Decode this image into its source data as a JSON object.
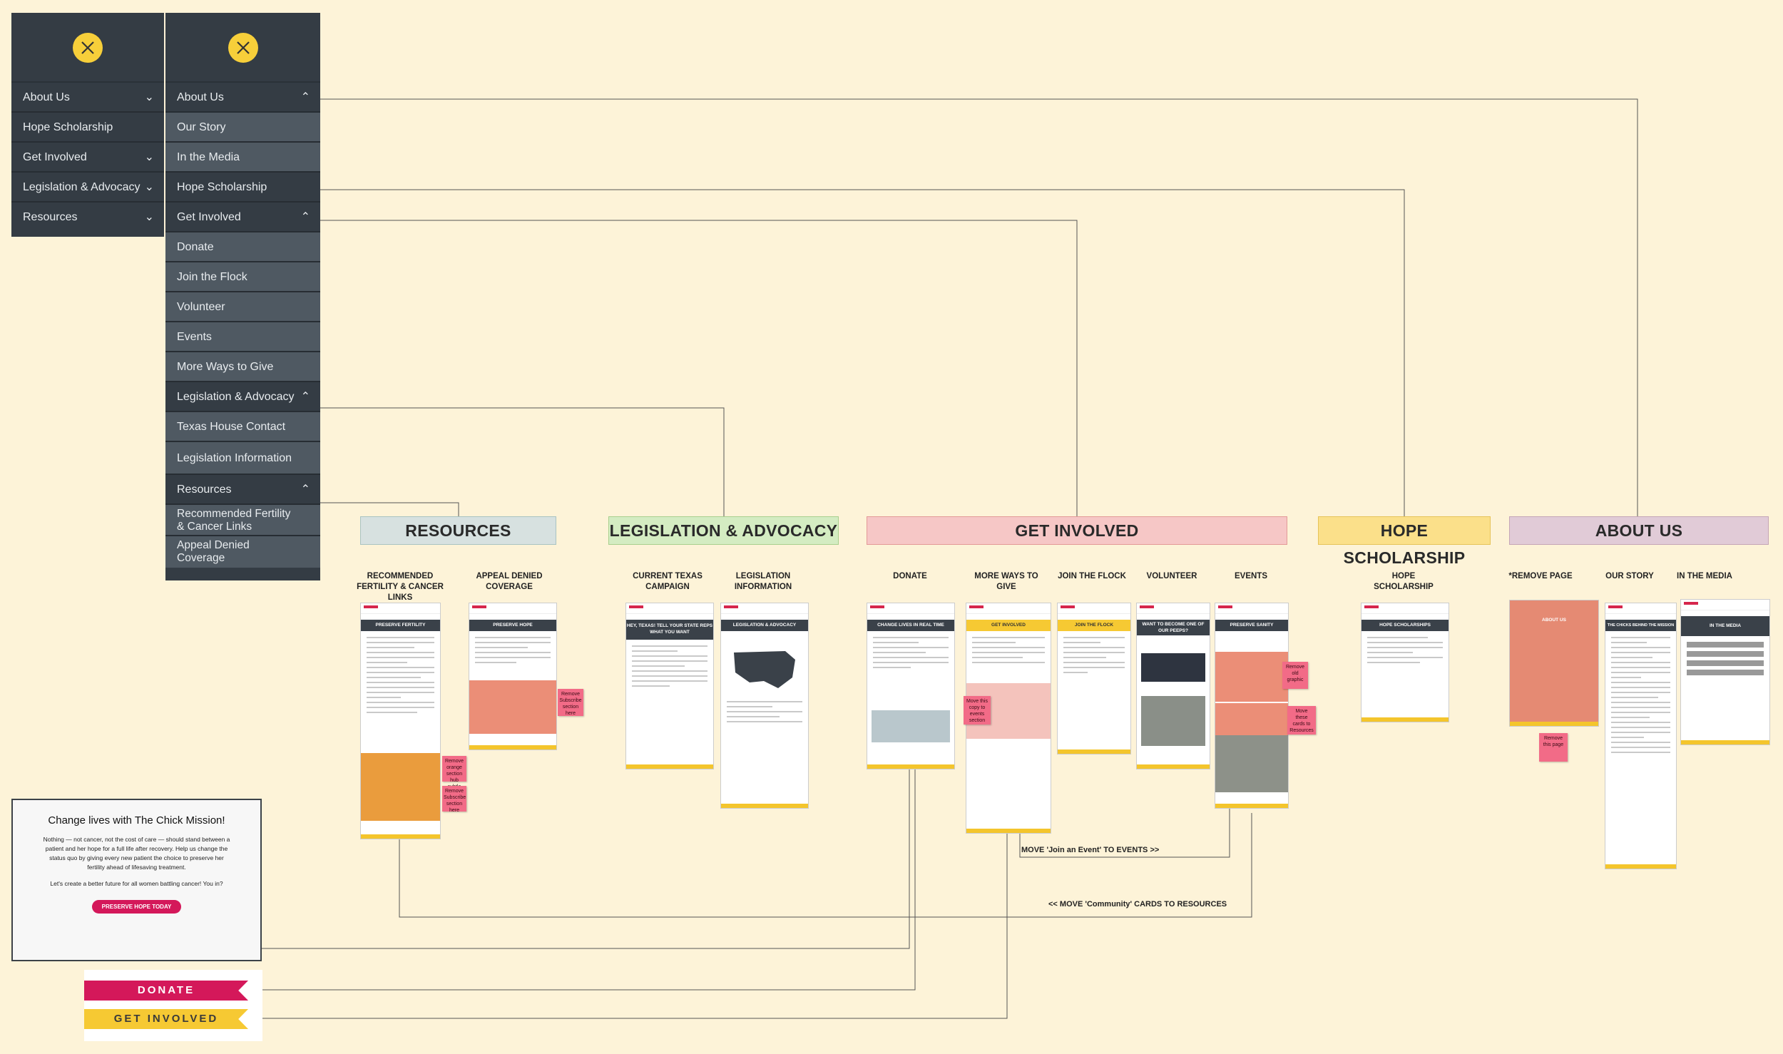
{
  "menu_collapsed": {
    "items": [
      {
        "label": "About Us",
        "chevron": "down"
      },
      {
        "label": "Hope Scholarship",
        "chevron": ""
      },
      {
        "label": "Get Involved",
        "chevron": "down"
      },
      {
        "label": "Legislation & Advocacy",
        "chevron": "down"
      },
      {
        "label": "Resources",
        "chevron": "down"
      }
    ]
  },
  "menu_expanded": {
    "items": [
      {
        "label": "About Us",
        "type": "parent"
      },
      {
        "label": "Our Story",
        "type": "child"
      },
      {
        "label": "In the Media",
        "type": "child"
      },
      {
        "label": "Hope Scholarship",
        "type": "parent-plain"
      },
      {
        "label": "Get Involved",
        "type": "parent"
      },
      {
        "label": "Donate",
        "type": "child"
      },
      {
        "label": "Join the Flock",
        "type": "child"
      },
      {
        "label": "Volunteer",
        "type": "child"
      },
      {
        "label": "Events",
        "type": "child"
      },
      {
        "label": "More Ways to Give",
        "type": "child"
      },
      {
        "label": "Legislation & Advocacy",
        "type": "parent"
      },
      {
        "label": "Texas House Contact",
        "type": "child"
      },
      {
        "label": "Legislation Information",
        "type": "child"
      },
      {
        "label": "Resources",
        "type": "parent"
      },
      {
        "label": "Recommended Fertility & Cancer Links",
        "type": "child"
      },
      {
        "label": "Appeal Denied Coverage",
        "type": "child"
      }
    ]
  },
  "categories": {
    "resources": {
      "label": "RESOURCES",
      "color": "#d7e1e0",
      "border": "#a9c3c2"
    },
    "legislation": {
      "label": "LEGISLATION & ADVOCACY",
      "color": "#d4ecc2",
      "border": "#a8cf8e"
    },
    "get_involved": {
      "label": "GET INVOLVED",
      "color": "#f6c7c6",
      "border": "#e39a98"
    },
    "hope": {
      "label": "HOPE SCHOLARSHIP",
      "color": "#fbe08a",
      "border": "#e6c35a"
    },
    "about": {
      "label": "ABOUT US",
      "color": "#e1cbd7",
      "border": "#c5a6b7"
    }
  },
  "page_labels": {
    "rec_fertility": "RECOMMENDED FERTILITY & CANCER LINKS",
    "appeal": "APPEAL DENIED COVERAGE",
    "tx_campaign": "CURRENT TEXAS CAMPAIGN",
    "leg_info": "LEGISLATION INFORMATION",
    "donate": "DONATE",
    "more_ways": "MORE WAYS TO GIVE",
    "join_flock": "JOIN THE FLOCK",
    "volunteer": "VOLUNTEER",
    "events": "EVENTS",
    "hope": "HOPE SCHOLARSHIP",
    "remove_page": "*REMOVE PAGE",
    "our_story": "OUR STORY",
    "in_media": "IN THE MEDIA"
  },
  "mockup_titles": {
    "rec_fertility": "PRESERVE FERTILITY",
    "appeal": "PRESERVE HOPE",
    "tx_campaign": "HEY, TEXAS! TELL YOUR STATE REPS WHAT YOU WANT",
    "leg_info": "LEGISLATION & ADVOCACY",
    "donate": "CHANGE LIVES IN REAL TIME",
    "more_ways": "GET INVOLVED",
    "join_flock": "JOIN THE FLOCK",
    "volunteer": "WANT TO BECOME ONE OF OUR PEEPS?",
    "events": "PRESERVE SANITY",
    "hope": "HOPE SCHOLARSHIPS",
    "about": "ABOUT US",
    "our_story": "THE CHICKS BEHIND THE MISSION",
    "in_media": "IN THE MEDIA"
  },
  "notes": {
    "remove_section": "Remove Subscribe section here",
    "remove_orange": "Remove orange section hub subtle",
    "remove_subscribe2": "Remove Subscribe section here",
    "move_copy": "Move this copy to events section",
    "remove_graphic": "Remove old graphic",
    "move_cards": "Move these cards to Resources",
    "remove_page": "Remove this page"
  },
  "annotations": {
    "move_join": "MOVE 'Join an Event' TO EVENTS >>",
    "move_community": "<< MOVE 'Community' CARDS TO RESOURCES"
  },
  "cta_card": {
    "title": "Change lives with The Chick Mission!",
    "body1": "Nothing — not cancer, not the cost of care — should stand between a patient and her hope for a full life after recovery. Help us change the status quo by giving every new patient the choice to preserve her fertility ahead of lifesaving treatment.",
    "body2": "Let's create a better future for all women battling cancer! You in?",
    "button": "PRESERVE HOPE TODAY"
  },
  "ribbons": {
    "donate": "DONATE",
    "get_involved": "GET INVOLVED"
  },
  "colors": {
    "background": "#fdf3d8",
    "menu_dark": "#343c44",
    "menu_sub": "#4f5962",
    "accent_yellow": "#f7cf3a",
    "brand_pink": "#d4185a"
  }
}
